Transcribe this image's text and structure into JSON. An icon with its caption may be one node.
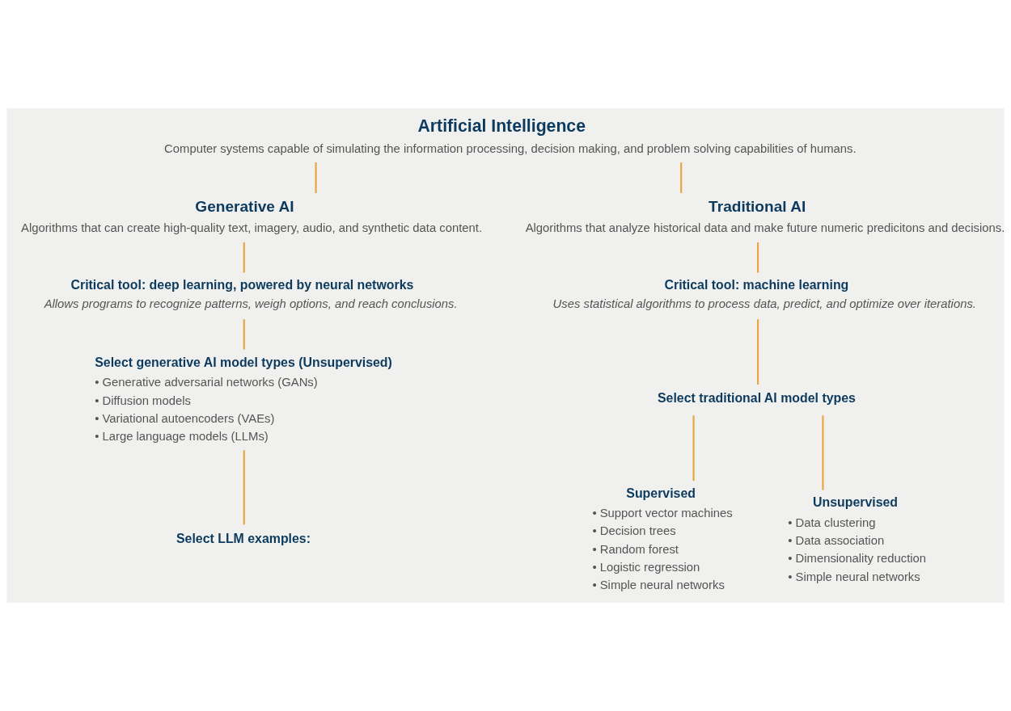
{
  "diagram": {
    "nodes": [
      {
        "text": [
          "Artificial Intelligence",
          "Computer systems capable of simulating the information processing, decision making, and problem solving capabilities of humans."
        ]
      },
      {
        "text": [
          "Generative AI",
          "Algorithms that can create high-quality text, imagery, audio, and synthetic data content."
        ]
      },
      {
        "text": [
          "Traditional AI",
          "Algorithms that analyze historical data and make future numeric predicitons and decisions."
        ]
      },
      {
        "text": [
          "Critical tool: deep learning, powered by neural networks",
          "Allows programs to recognize patterns, weigh options, and reach conclusions."
        ]
      },
      {
        "text": [
          "Critical tool: machine learning",
          "Uses statistical algorithms to process data, predict, and optimize over iterations."
        ]
      },
      {
        "text": [
          "Select generative AI model types (Unsupervised)",
          "• Generative adversarial networks (GANs)",
          "• Diffusion models",
          "• Variational autoencoders (VAEs)",
          "• Large language models (LLMs)"
        ]
      },
      {
        "text": [
          "Select traditional AI model types"
        ]
      },
      {
        "text": [
          "Supervised",
          "• Support vector machines",
          "• Decision trees",
          "• Random forest",
          "• Logistic regression",
          "• Simple neural networks"
        ]
      },
      {
        "text": [
          "Unsupervised",
          "• Data clustering",
          "• Data association",
          "• Dimensionality reduction",
          "• Simple neural networks"
        ]
      },
      {
        "text": [
          "Select LLM examples:"
        ]
      }
    ],
    "edges": [
      {
        "from": 0,
        "to": 1,
        "arrow": "none"
      },
      {
        "from": 0,
        "to": 2,
        "arrow": "none"
      },
      {
        "from": 1,
        "to": 3,
        "arrow": "none"
      },
      {
        "from": 2,
        "to": 4,
        "arrow": "none"
      },
      {
        "from": 3,
        "to": 5,
        "arrow": "none"
      },
      {
        "from": 4,
        "to": 6,
        "arrow": "none"
      },
      {
        "from": 6,
        "to": 7,
        "arrow": "none"
      },
      {
        "from": 6,
        "to": 8,
        "arrow": "none"
      },
      {
        "from": 5,
        "to": 9,
        "arrow": "none"
      }
    ]
  }
}
